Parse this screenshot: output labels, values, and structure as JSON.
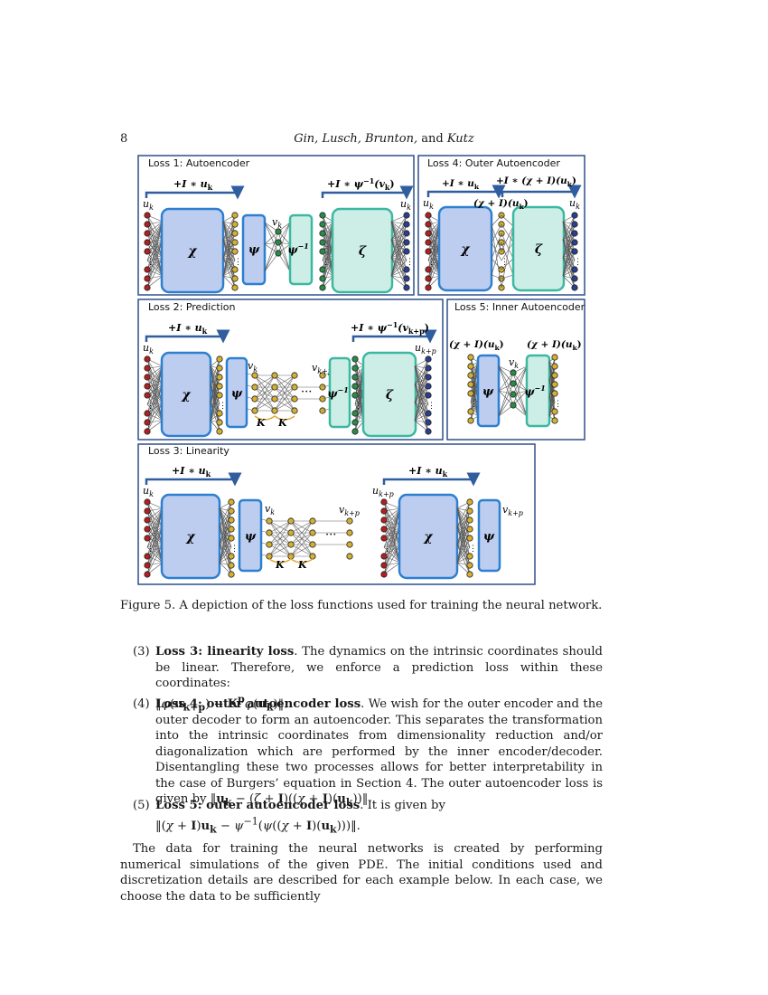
{
  "header": {
    "page_number": "8",
    "authors": "Gin, Lusch, Brunton,",
    "and": "and",
    "last_author": "Kutz"
  },
  "figure": {
    "panels": {
      "loss1": {
        "title": "Loss 1: Autoencoder",
        "arrow_left": "+I ∗ u",
        "arrow_left_sub": "k",
        "arrow_right": "+I ∗ ψ",
        "arrow_right_sup": "−1",
        "arrow_right_arg": "(v",
        "arrow_right_sub": "k",
        "arrow_right_close": ")",
        "in_label": "u",
        "in_sub": "k",
        "out_label": "u",
        "out_sub": "k",
        "mid_label": "v",
        "mid_sub": "k",
        "enc": "χ",
        "psi": "ψ",
        "psi_inv": "ψ",
        "psi_inv_sup": "−1",
        "dec": "ζ"
      },
      "loss2": {
        "title": "Loss 2: Prediction",
        "arrow_left": "+I ∗ u",
        "arrow_left_sub": "k",
        "arrow_right": "+I ∗ ψ",
        "arrow_right_sup": "−1",
        "arrow_right_arg": "(v",
        "arrow_right_sub": "k+p",
        "arrow_right_close": ")",
        "in_label": "u",
        "in_sub": "k",
        "out_label": "u",
        "out_sub": "k+p",
        "mid_label": "v",
        "mid_sub": "k",
        "mid2_label": "v",
        "mid2_sub": "k+p",
        "enc": "χ",
        "psi": "ψ",
        "psi_inv": "ψ",
        "psi_inv_sup": "−1",
        "dec": "ζ",
        "k1": "K",
        "k2": "K",
        "dots": "···"
      },
      "loss3": {
        "title": "Loss 3: Linearity",
        "arrow_left": "+I ∗ u",
        "arrow_left_sub": "k",
        "arrow_right": "+I ∗ u",
        "arrow_right_sub": "k",
        "in_label": "u",
        "in_sub": "k",
        "in2_label": "u",
        "in2_sub": "k+p",
        "mid_label": "v",
        "mid_sub": "k",
        "mid2_label": "v",
        "mid2_sub": "k+p",
        "mid3_label": "v",
        "mid3_sub": "k+p",
        "enc": "χ",
        "psi": "ψ",
        "enc2": "χ",
        "psi2": "ψ",
        "k1": "K",
        "k2": "K",
        "dots": "···"
      },
      "loss4": {
        "title": "Loss 4: Outer Autoencoder",
        "arrow_left": "+I ∗ u",
        "arrow_left_sub": "k",
        "arrow_right": "+I ∗ (χ + I)(u",
        "arrow_right_sub": "k",
        "arrow_right_close": ")",
        "mid_label": "(χ + I)(u",
        "mid_sub": "k",
        "mid_close": ")",
        "in_label": "u",
        "in_sub": "k",
        "out_label": "u",
        "out_sub": "k",
        "enc": "χ",
        "dec": "ζ"
      },
      "loss5": {
        "title": "Loss 5: Inner Autoencoder",
        "left_label": "(χ + I)(u",
        "left_sub": "k",
        "left_close": ")",
        "right_label": "(χ + I)(u",
        "right_sub": "k",
        "right_close": ")",
        "mid_label": "v",
        "mid_sub": "k",
        "psi": "ψ",
        "psi_inv": "ψ",
        "psi_inv_sup": "−1"
      }
    },
    "colors": {
      "frame": "#2f4f8a",
      "encoder_fill": "#bdcdf0",
      "encoder_stroke": "#2d7fd0",
      "decoder_fill": "#cdeee6",
      "decoder_stroke": "#3cb8a0",
      "node_input": "#b02020",
      "node_latent": "#d4b032",
      "node_output": "#2a3f8f",
      "node_green": "#2a8a4a",
      "arrow": "#2f5d9e",
      "k_brace": "#e0a83a"
    },
    "caption": "Figure 5.  A depiction of the loss functions used for training the neural network."
  },
  "items": [
    {
      "num": "(3)",
      "title": "Loss 3: linearity loss",
      "text": ". The dynamics on the intrinsic coordinates should be linear. Therefore, we enforce a prediction loss within these coordinates:",
      "math": "‖φ(u_{k+p}) − K^p φ(u_k)‖."
    },
    {
      "num": "(4)",
      "title": "Loss 4: outer autoencoder loss",
      "text": ". We wish for the outer encoder and the outer decoder to form an autoencoder. This separates the transformation into the intrinsic coordinates from dimensionality reduction and/or diagonalization which are performed by the inner encoder/decoder. Disentangling these two processes allows for better interpretability in the case of Burgers’ equation in Section 4. The outer autoencoder loss is given by",
      "math": "‖u_k − (ζ + I)((χ + I)(u_k))‖."
    },
    {
      "num": "(5)",
      "title": "Loss 5: outer autoencoder loss",
      "text": ". It is given by",
      "math": "‖(χ + I)u_k − ψ^{−1}(ψ((χ + I)(u_k)))‖."
    }
  ],
  "paragraph": "The data for training the neural networks is created by performing numerical simulations of the given PDE. The initial conditions used and discretization details are described for each example below. In each case, we choose the data to be sufficiently"
}
